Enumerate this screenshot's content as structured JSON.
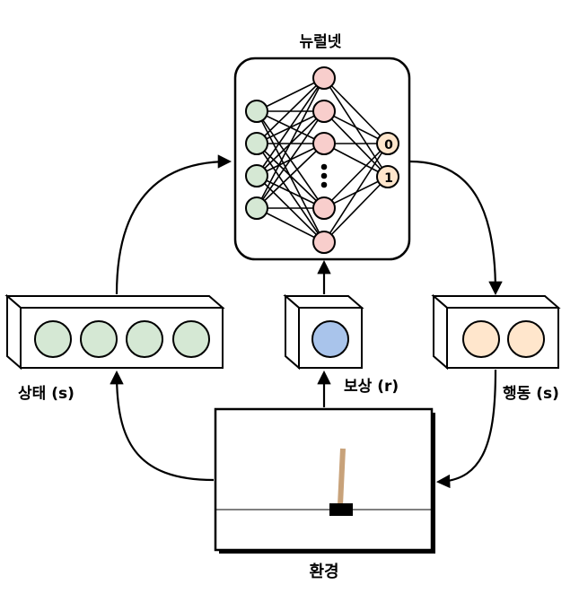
{
  "neural_net": {
    "title": "뉴럴넷",
    "output_labels": [
      "0",
      "1"
    ]
  },
  "state": {
    "label": "상태 (s)",
    "circle_count": 4,
    "circle_color": "#d5e8d4"
  },
  "reward": {
    "label": "보상 (r)",
    "circle_color": "#a9c4eb"
  },
  "action": {
    "label": "행동 (s)",
    "circle_count": 2,
    "circle_color": "#ffe6cc"
  },
  "environment": {
    "label": "환경",
    "pole_color": "#c8a27a",
    "cart_color": "#000000"
  },
  "colors": {
    "input_node": "#d5e8d4",
    "hidden_node": "#f8cecc",
    "output_node": "#ffe6cc"
  }
}
